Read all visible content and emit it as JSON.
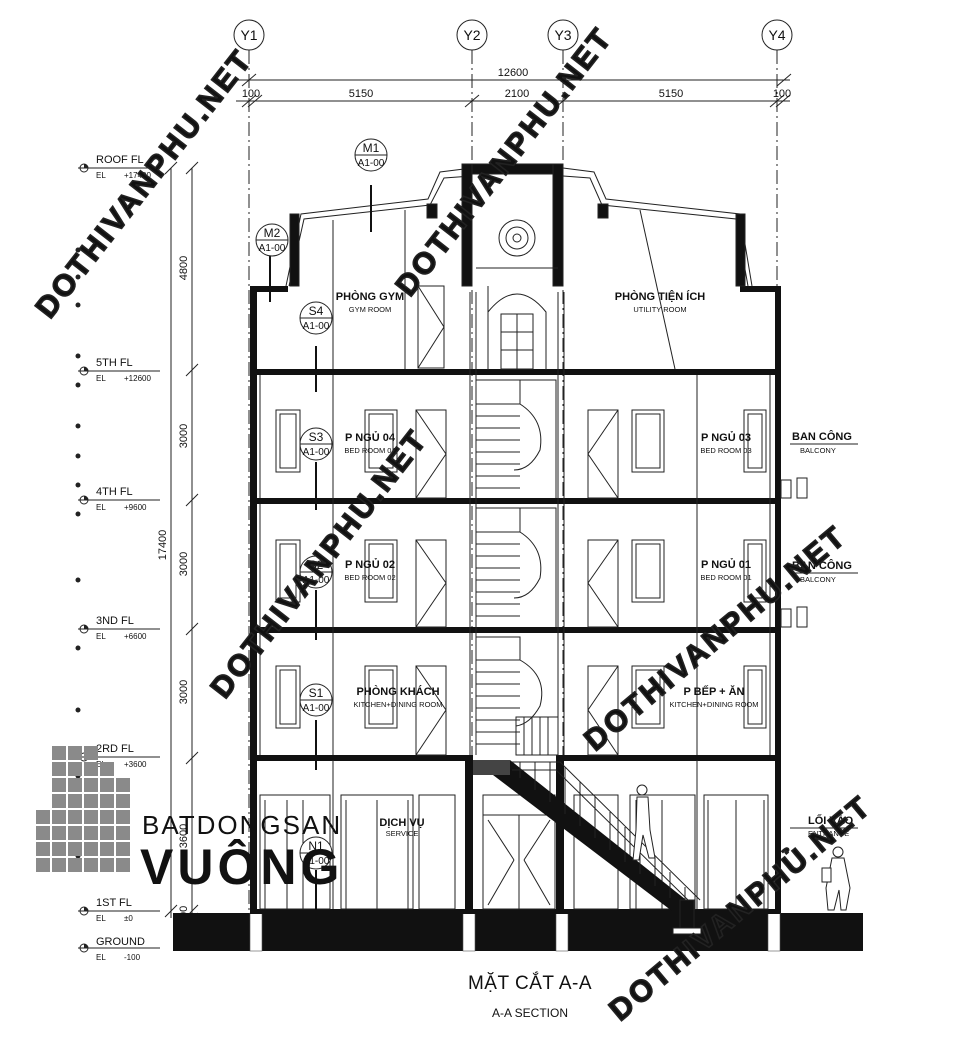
{
  "axes": [
    "Y1",
    "Y2",
    "Y3",
    "Y4"
  ],
  "dimensions": {
    "overall": "12600",
    "segments": [
      "100",
      "5150",
      "2100",
      "5150",
      "100"
    ],
    "height_total": "17400",
    "floor_heights": [
      "4800",
      "3000",
      "3000",
      "3000",
      "3600",
      "100"
    ]
  },
  "levels": [
    {
      "name": "ROOF FL",
      "el_label": "EL",
      "el_value": "+17400"
    },
    {
      "name": "5TH FL",
      "el_label": "EL",
      "el_value": "+12600"
    },
    {
      "name": "4TH FL",
      "el_label": "EL",
      "el_value": "+9600"
    },
    {
      "name": "3ND FL",
      "el_label": "EL",
      "el_value": "+6600"
    },
    {
      "name": "2RD FL",
      "el_label": "EL",
      "el_value": "+3600"
    },
    {
      "name": "1ST FL",
      "el_label": "EL",
      "el_value": "±0"
    },
    {
      "name": "GROUND",
      "el_label": "EL",
      "el_value": "-100"
    }
  ],
  "rooms": [
    {
      "name": "PHÒNG GYM",
      "sub": "GYM ROOM"
    },
    {
      "name": "PHÒNG TIỆN ÍCH",
      "sub": "UTILITY ROOM"
    },
    {
      "name": "P NGỦ 04",
      "sub": "BED ROOM 04"
    },
    {
      "name": "P NGỦ 03",
      "sub": "BED ROOM 03"
    },
    {
      "name": "P NGỦ 02",
      "sub": "BED ROOM 02"
    },
    {
      "name": "P NGỦ 01",
      "sub": "BED ROOM 01"
    },
    {
      "name": "PHÒNG KHÁCH",
      "sub": "KITCHEN+DINING ROOM"
    },
    {
      "name": "P BẾP + ĂN",
      "sub": "KITCHEN+DINING ROOM"
    },
    {
      "name": "DỊCH VỤ",
      "sub": "SERVICE"
    },
    {
      "name": "BAN CÔNG",
      "sub": "BALCONY"
    },
    {
      "name": "BAN CÔNG",
      "sub": "BALCONY"
    },
    {
      "name": "LỐI VÀO",
      "sub": "ENTRANCE"
    }
  ],
  "tags": [
    {
      "code": "M1",
      "ref": "A1-00"
    },
    {
      "code": "M2",
      "ref": "A1-00"
    },
    {
      "code": "S4",
      "ref": "A1-00"
    },
    {
      "code": "S3",
      "ref": "A1-00"
    },
    {
      "code": "S2",
      "ref": "A1-00"
    },
    {
      "code": "S1",
      "ref": "A1-00"
    },
    {
      "code": "N1",
      "ref": "A1-00"
    }
  ],
  "title": "MẶT CẮT A-A",
  "subtitle": "A-A SECTION",
  "watermark": "DOTHIVANPHU.NET",
  "watermark_alt": "DOTHIVANPHỦ.NET",
  "logo": {
    "line1": "BATDONGSAN",
    "line2": "VUÔNG"
  }
}
